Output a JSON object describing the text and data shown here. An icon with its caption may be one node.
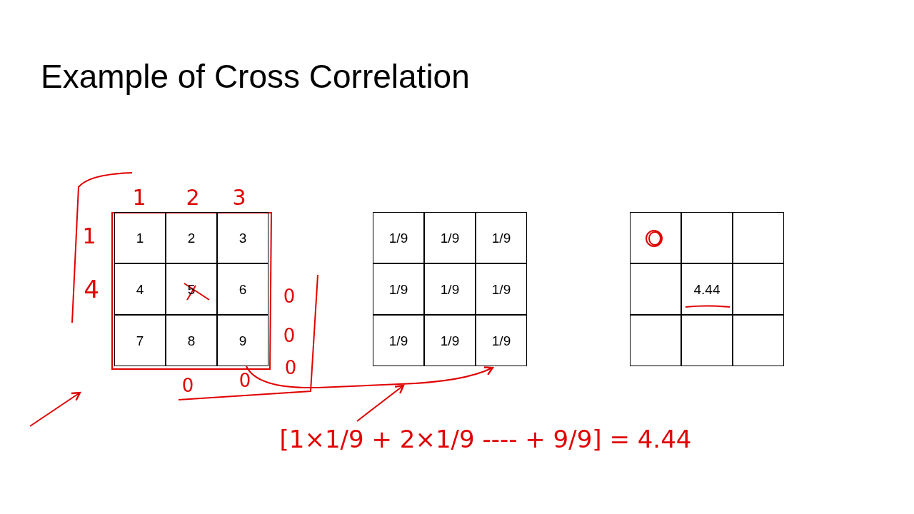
{
  "diagram": {
    "title": "Example of Cross Correlation",
    "nodes": [
      {
        "text": [],
        "shape": "box"
      },
      {
        "text": [],
        "shape": "box"
      },
      {
        "text": [],
        "shape": "box"
      }
    ],
    "edges": [
      {
        "from": 0,
        "to": 1,
        "arrow": "to",
        "color": "#e00000"
      }
    ],
    "labels": [
      "1",
      "2",
      "3",
      "1",
      "4",
      "1",
      "2",
      "3",
      "4",
      "5",
      "6",
      "7",
      "8",
      "9",
      "0",
      "0",
      "0",
      "0",
      "0",
      "1/9",
      "1/9",
      "1/9",
      "1/9",
      "1/9",
      "1/9",
      "1/9",
      "1/9",
      "1/9",
      "4.44",
      "[1×1/9 + 2×1/9 ---- + 9/9] = 4.44"
    ]
  }
}
